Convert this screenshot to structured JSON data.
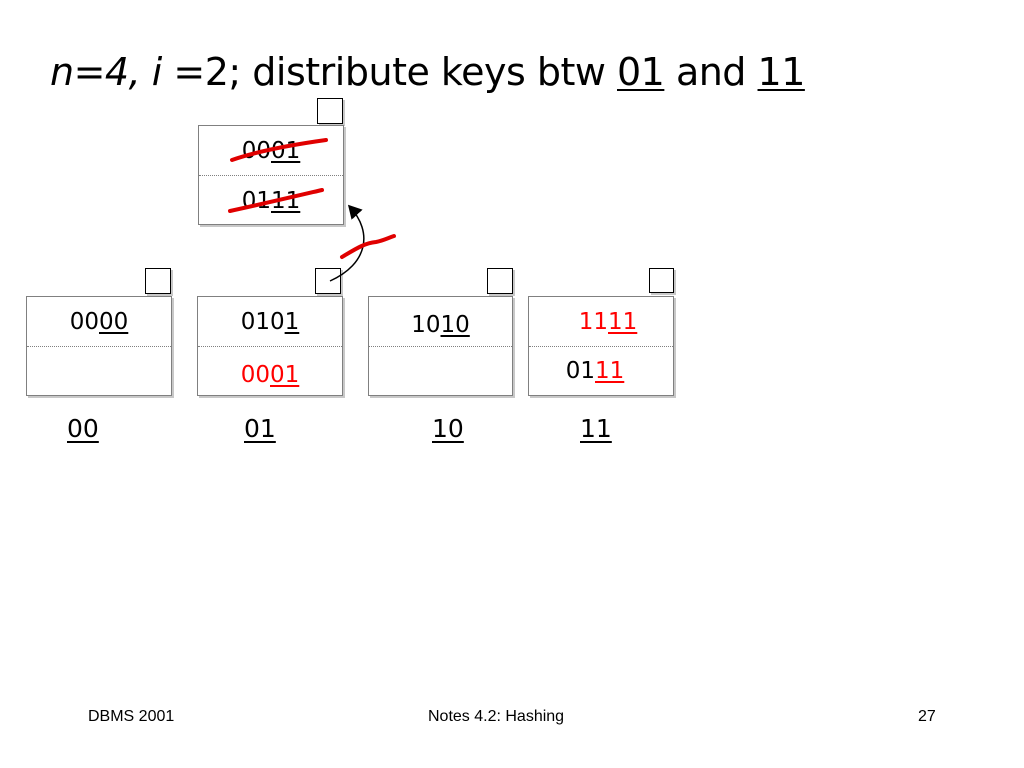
{
  "title": {
    "n_part": "n=4, ",
    "i_part": "i",
    "eq_part": " =2; distribute keys btw ",
    "key_a": "01",
    "and_word": " and ",
    "key_b": "11"
  },
  "overflow_bucket": {
    "slot1": {
      "prefix": "00",
      "suffix": "01"
    },
    "slot2": {
      "prefix": "01",
      "suffix": "11"
    }
  },
  "buckets": [
    {
      "slot1": {
        "prefix": "00",
        "suffix": "00"
      },
      "slot2": null
    },
    {
      "slot1": {
        "prefix": "010",
        "suffix": "1"
      },
      "slot2": {
        "prefix": "00",
        "suffix": "01"
      }
    },
    {
      "slot1": {
        "prefix": "10",
        "suffix": "10"
      },
      "slot2": null
    },
    {
      "slot1": {
        "prefix": "11",
        "suffix": "11"
      },
      "slot2": {
        "prefix": "01",
        "suffix": "11"
      }
    }
  ],
  "bucket_labels": [
    "00",
    "01",
    "10",
    "11"
  ],
  "footer": {
    "left": "DBMS 2001",
    "center": "Notes 4.2: Hashing",
    "page": "27"
  },
  "colors": {
    "strike": "#e00000",
    "new_entry": "#ff0000"
  }
}
